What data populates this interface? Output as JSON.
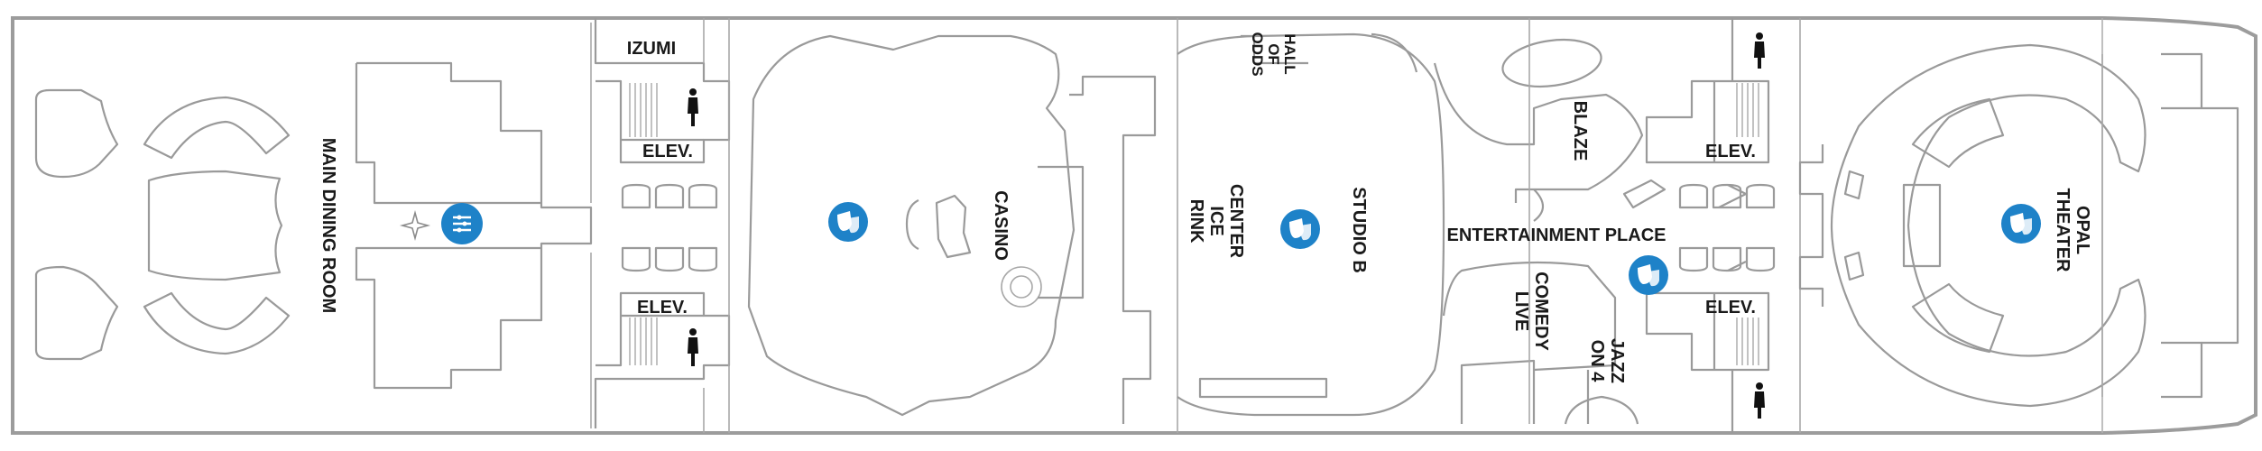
{
  "map": {
    "venues": {
      "izumi": "IZUMI",
      "main_dining_room": "MAIN DINING ROOM",
      "casino": "CASINO",
      "hall_of_odds": [
        "HALL",
        "OF",
        "ODDS"
      ],
      "center_ice_rink": [
        "CENTER",
        "ICE",
        "RINK"
      ],
      "studio_b": "STUDIO B",
      "entertainment_place": "ENTERTAINMENT PLACE",
      "blaze": "BLAZE",
      "comedy_live": [
        "COMEDY",
        "LIVE"
      ],
      "jazz_on_4": [
        "JAZZ",
        "ON 4"
      ],
      "opal_theater": [
        "OPAL",
        "THEATER"
      ]
    },
    "elevator_label": "ELEV.",
    "icons": {
      "dining": "dining-icon",
      "entertainment": "entertainment-masks-icon",
      "restroom": "restroom-icon",
      "star": "star-marker-icon"
    },
    "colors": {
      "icon_blue": "#1e82c8",
      "walls": "#9a9a9a",
      "text": "#1a1a1a"
    }
  }
}
